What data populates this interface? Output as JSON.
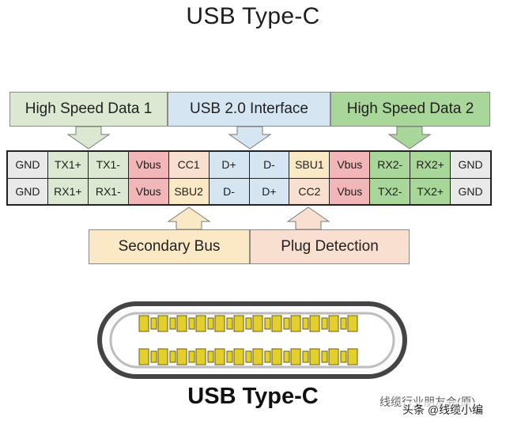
{
  "title": "USB Type-C",
  "top_groups": [
    {
      "label": "High Speed Data 1",
      "color": "#dbe9d2"
    },
    {
      "label": "USB 2.0 Interface",
      "color": "#d5e5f2"
    },
    {
      "label": "High Speed Data 2",
      "color": "#a9d79a"
    }
  ],
  "pins": {
    "row_top": [
      "GND",
      "TX1+",
      "TX1-",
      "Vbus",
      "CC1",
      "D+",
      "D-",
      "SBU1",
      "Vbus",
      "RX2-",
      "RX2+",
      "GND"
    ],
    "row_bottom": [
      "GND",
      "RX1+",
      "RX1-",
      "Vbus",
      "SBU2",
      "D-",
      "D+",
      "CC2",
      "Vbus",
      "TX2-",
      "TX2+",
      "GND"
    ],
    "colors_top": [
      "#e9e9e9",
      "#dbe9d2",
      "#dbe9d2",
      "#f2b6b9",
      "#f8dfcf",
      "#d5e5f2",
      "#d5e5f2",
      "#fbe8c4",
      "#f2b6b9",
      "#a9d79a",
      "#a9d79a",
      "#e9e9e9"
    ],
    "colors_bottom": [
      "#e9e9e9",
      "#dbe9d2",
      "#dbe9d2",
      "#f2b6b9",
      "#fbe8c4",
      "#d5e5f2",
      "#d5e5f2",
      "#f8dfcf",
      "#f2b6b9",
      "#a9d79a",
      "#a9d79a",
      "#e9e9e9"
    ]
  },
  "bottom_groups": [
    {
      "label": "Secondary Bus",
      "color": "#fbe8c4"
    },
    {
      "label": "Plug Detection",
      "color": "#f8dfcf"
    }
  ],
  "connector_label": "USB Type-C",
  "watermark": "线缆行业朋友会(原)",
  "watermark2": "头条 @线缆小编"
}
